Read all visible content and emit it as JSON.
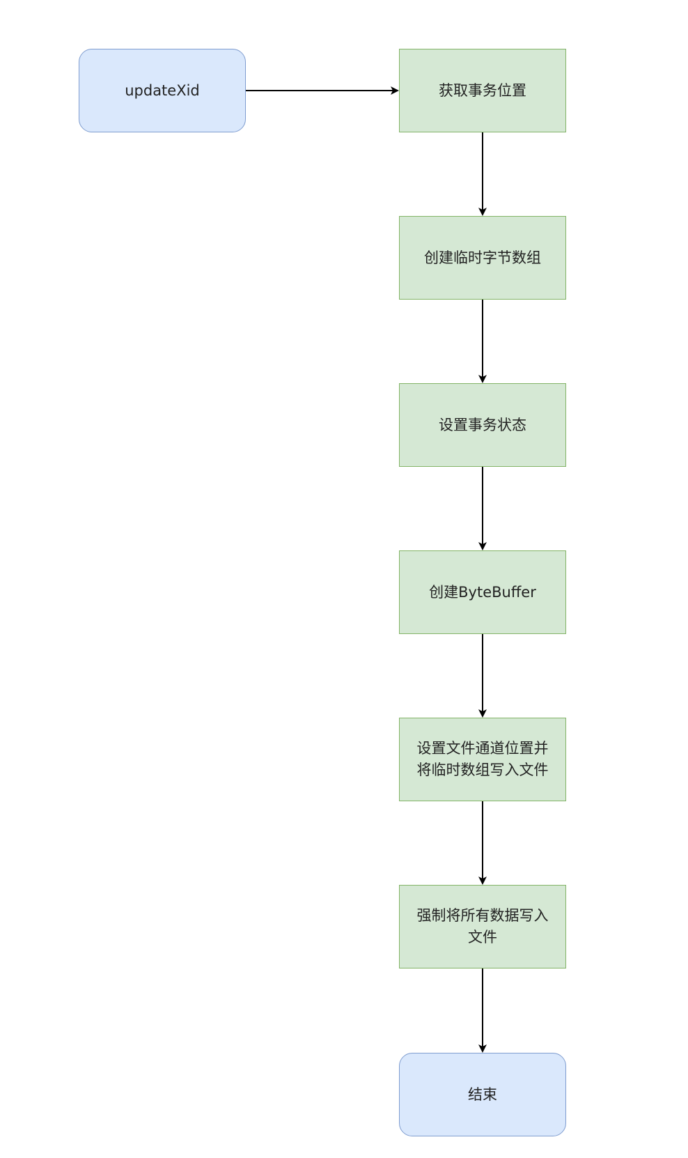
{
  "flowchart": {
    "start": {
      "label": "updateXid"
    },
    "steps": [
      {
        "label": "获取事务位置"
      },
      {
        "label": "创建临时字节数组"
      },
      {
        "label": "设置事务状态"
      },
      {
        "label": "创建ByteBuffer"
      },
      {
        "label": "设置文件通道位置并\n将临时数组写入文件"
      },
      {
        "label": "强制将所有数据写入\n文件"
      }
    ],
    "end": {
      "label": "结束"
    }
  },
  "colors": {
    "terminal_fill": "#dae8fc",
    "terminal_stroke": "#7e9ccf",
    "process_fill": "#d5e8d4",
    "process_stroke": "#82b366",
    "arrow": "#000000"
  }
}
